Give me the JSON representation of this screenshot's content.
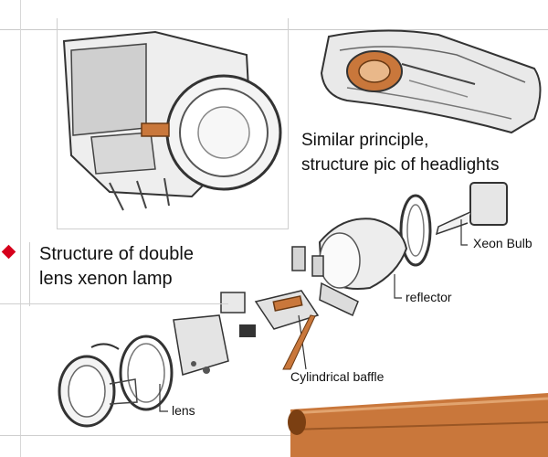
{
  "title": {
    "line1": "Structure of double",
    "line2": "lens xenon lamp"
  },
  "caption": {
    "line1": "Similar principle,",
    "line2": "structure pic of headlights"
  },
  "labels": {
    "xeon_bulb": "Xeon Bulb",
    "reflector": "reflector",
    "cylindrical_baffle": "Cylindrical baffle",
    "lens": "lens"
  },
  "colors": {
    "accent_red": "#d6001c",
    "copper": "#c9773b",
    "line_gray": "#444444"
  }
}
